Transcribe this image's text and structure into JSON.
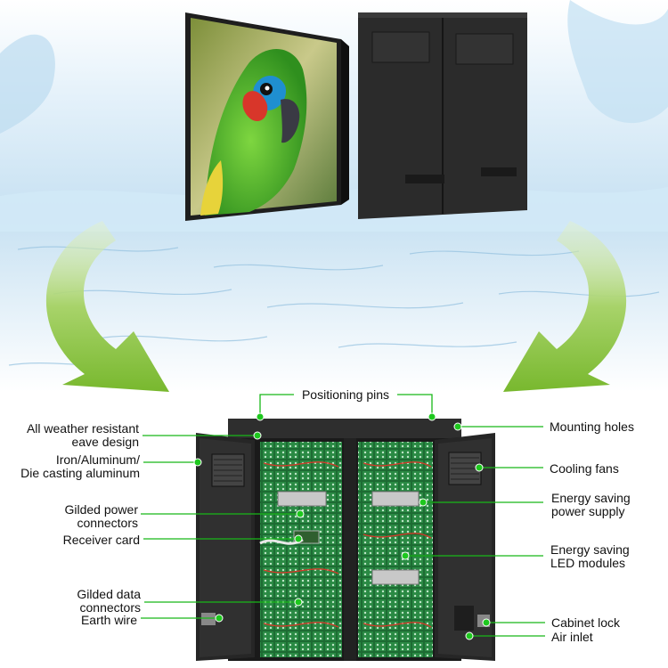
{
  "callouts": {
    "positioning_pins": "Positioning pins",
    "eave_line1": "All weather resistant",
    "eave_line2": "eave design",
    "iron_line1": "Iron/Aluminum/",
    "iron_line2": "Die casting aluminum",
    "gilded_power_line1": "Gilded power",
    "gilded_power_line2": "connectors",
    "receiver_card": "Receiver card",
    "gilded_data_line1": "Gilded data",
    "gilded_data_line2": "connectors",
    "earth_wire": "Earth wire",
    "mounting_holes": "Mounting holes",
    "cooling_fans": "Cooling fans",
    "power_supply_line1": "Energy saving",
    "power_supply_line2": "power supply",
    "led_modules_line1": "Energy saving",
    "led_modules_line2": "LED modules",
    "cabinet_lock": "Cabinet lock",
    "air_inlet": "Air inlet"
  },
  "colors": {
    "leader_line": "#18b818",
    "callout_dot": "#1ec81e",
    "arrow_green": "#8cc63f",
    "water_blue": "#cfe6f4",
    "cabinet_black": "#2a2a2a",
    "module_green": "#1f7a3a"
  },
  "icons": [
    "curved-arrow-left",
    "curved-arrow-right",
    "callout-dot"
  ]
}
